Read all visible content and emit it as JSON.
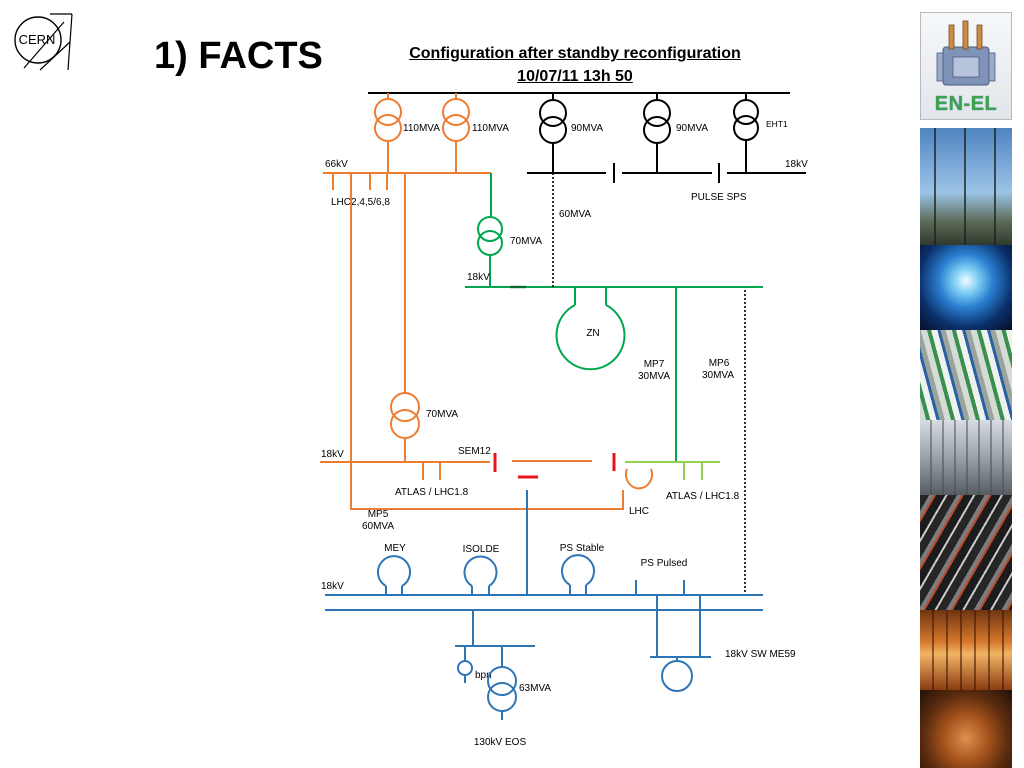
{
  "slide": {
    "title": "1) FACTS",
    "heading": {
      "line1": "Configuration after standby reconfiguration",
      "line2": "10/07/11 13h 50"
    }
  },
  "logos": {
    "cern_text": "CERN",
    "en_el_text": "EN-EL"
  },
  "colors": {
    "orange": "#ED7D31",
    "green": "#00A650",
    "light_green": "#92D050",
    "blue": "#2E75B6",
    "red": "#E8141C",
    "black": "#000000"
  },
  "diagram": {
    "top_transformers": {
      "t1": "110MVA",
      "t2": "110MVA",
      "t3": "90MVA",
      "t4": "90MVA",
      "t5": "EHT1"
    },
    "bus_66kv": "66kV",
    "bus_18kv_pulse": "18kV",
    "lhc_feeders": "LHC2,4,5/6,8",
    "pulse_sps": "PULSE SPS",
    "tie_60mva": "60MVA",
    "green_transformer": "70MVA",
    "bus_18kv_green": "18kV",
    "zn": "ZN",
    "mp7": {
      "name": "MP7",
      "rating": "30MVA"
    },
    "mp6": {
      "name": "MP6",
      "rating": "30MVA"
    },
    "orange_transformer_lower": "70MVA",
    "bus_18kv_orange": "18kV",
    "sem12": "SEM12",
    "atlas_left": "ATLAS / LHC1.8",
    "atlas_right": "ATLAS / LHC1.8",
    "lhc": "LHC",
    "mp5": {
      "name": "MP5",
      "rating": "60MVA"
    },
    "loads": {
      "mey": "MEY",
      "isolde": "ISOLDE",
      "ps_stable": "PS Stable",
      "ps_pulsed": "PS Pulsed"
    },
    "bus_18kv_blue": "18kV",
    "sw_me59": "18kV SW ME59",
    "bpn": "bpn",
    "blue_transformer": "63MVA",
    "eos": "130kV EOS"
  }
}
